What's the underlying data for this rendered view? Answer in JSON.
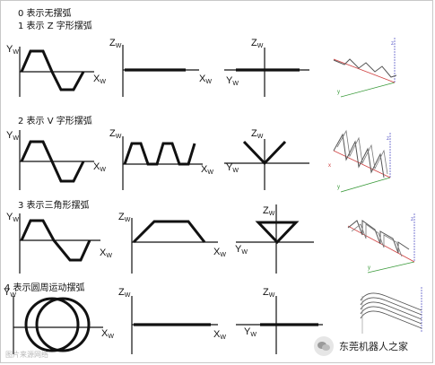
{
  "rows": [
    {
      "label": "0 表示无摆弧"
    },
    {
      "label": "1 表示 Z 字形摆弧"
    },
    {
      "label": "2 表示 V 字形摆弧"
    },
    {
      "label": "3 表示三角形摆弧"
    },
    {
      "label": "4 表示圆周运动摆弧"
    }
  ],
  "axes": {
    "yw": "Y",
    "zw": "Z",
    "xw": "X",
    "sub": "W"
  },
  "view3d": {
    "x": "x",
    "y": "y",
    "z": "z"
  },
  "watermark": {
    "left": "图片来源网络",
    "right": "东莞机器人之家"
  },
  "colors": {
    "line": "#111111",
    "trace": "#555555",
    "x_axis_3d": "#d04040",
    "y_axis_3d": "#3a9a3a",
    "z_axis_3d": "#5a5ac8"
  }
}
